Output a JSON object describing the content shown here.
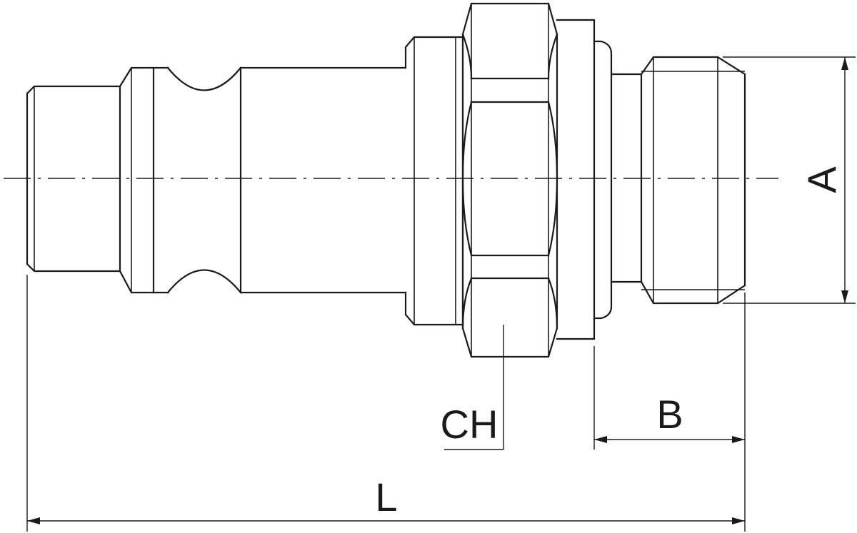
{
  "labels": {
    "length": "L",
    "thread_diameter": "A",
    "thread_length": "B",
    "hex_size": "CH"
  }
}
